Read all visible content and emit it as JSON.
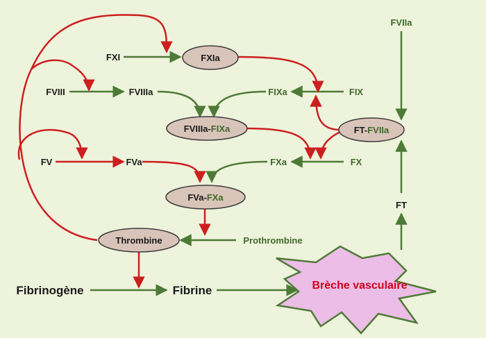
{
  "colors": {
    "background": "#eef3dc",
    "red_arrow": "#cc1f1f",
    "green_arrow": "#4e7a37",
    "node_fill": "#d9c4b9",
    "burst_fill": "#ecbde6",
    "breach_text": "#d0021b"
  },
  "labels": {
    "fvii_a": "FVIIa",
    "fxi": "FXI",
    "fviii": "FVIII",
    "fviii_a": "FVIIIa",
    "fix_a": "FIXa",
    "fix": "FIX",
    "fv": "FV",
    "fv_a": "FVa",
    "fx_a": "FXa",
    "fx": "FX",
    "ft": "FT",
    "prothrombine": "Prothrombine",
    "fibrinogene": "Fibrinogène",
    "fibrine": "Fibrine",
    "breche": "Brèche vasculaire"
  },
  "nodes": {
    "fxi_a": "FXIa",
    "tenase_a": "FVIIIa-",
    "tenase_b": "FIXa",
    "ft_complex_a": "FT-",
    "ft_complex_b": "FVIIa",
    "prothrombinase_a": "FVa-",
    "prothrombinase_b": "FXa",
    "thrombine": "Thrombine"
  }
}
